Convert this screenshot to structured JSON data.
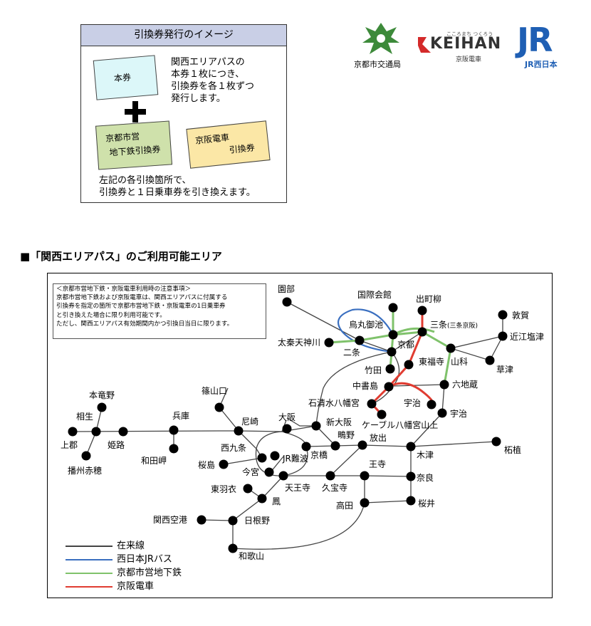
{
  "ticket_box": {
    "title": "引換券発行のイメージ",
    "main_ticket": "本券",
    "description_lines": [
      "関西エリアパスの",
      "本券１枚につき、",
      "引換券を各１枚ずつ",
      "発行します。"
    ],
    "subway_ticket_lines": [
      "京都市営",
      "地下鉄引換券"
    ],
    "keihan_ticket_lines": [
      "京阪電車",
      "引換券"
    ],
    "footer_lines": [
      "左記の各引換箇所で、",
      "引換券と１日乗車券を引き換えます。"
    ]
  },
  "logos": {
    "kyoto_city": "京都市交通局",
    "keihan_tagline": "こころまち つくろう",
    "keihan_name": "KEIHAN",
    "keihan_sub": "京阪電車",
    "jr_mark": "JR",
    "jr_sub": "JR西日本"
  },
  "area_title": "■「関西エリアパス」のご利用可能エリア",
  "notice": {
    "lines": [
      "＜京都市営地下鉄・京阪電車利用時の注意事項＞",
      "京都市営地下鉄および京阪電車は、関西エリアパスに付属する",
      "引換券を指定の箇所で京都市営地下鉄・京阪電車の1日乗車券",
      "と引き換えた場合に限り利用可能です。",
      "ただし、関西エリアパス有効期間内かつ引換日当日に限ります。"
    ]
  },
  "stations": [
    {
      "id": "sonobe",
      "label": "園部"
    },
    {
      "id": "kokusai",
      "label": "国際会館"
    },
    {
      "id": "demachi",
      "label": "出町柳"
    },
    {
      "id": "karasuma",
      "label": "烏丸御池"
    },
    {
      "id": "sanjo",
      "label": "三条",
      "sub": "(三条京阪)"
    },
    {
      "id": "tsuruga",
      "label": "敦賀"
    },
    {
      "id": "omishiotsu",
      "label": "近江塩津"
    },
    {
      "id": "uzumasa",
      "label": "太秦天神川"
    },
    {
      "id": "nijo",
      "label": "二条"
    },
    {
      "id": "kyoto",
      "label": "京都"
    },
    {
      "id": "yamashina",
      "label": "山科"
    },
    {
      "id": "kusatsu",
      "label": "草津"
    },
    {
      "id": "takeda",
      "label": "竹田"
    },
    {
      "id": "tofukuji",
      "label": "東福寺"
    },
    {
      "id": "rokujizo",
      "label": "六地蔵"
    },
    {
      "id": "chushojima",
      "label": "中書島"
    },
    {
      "id": "iwashimizu",
      "label": "石清水八幡宮"
    },
    {
      "id": "cable",
      "label": "ケーブル八幡宮山上"
    },
    {
      "id": "uji_k",
      "label": "宇治"
    },
    {
      "id": "uji_jr",
      "label": "宇治"
    },
    {
      "id": "sasayamaguchi",
      "label": "篠山口"
    },
    {
      "id": "honryuno",
      "label": "本竜野"
    },
    {
      "id": "aioi",
      "label": "相生"
    },
    {
      "id": "kamigori",
      "label": "上郡"
    },
    {
      "id": "banshuako",
      "label": "播州赤穂"
    },
    {
      "id": "himeji",
      "label": "姫路"
    },
    {
      "id": "hyogo",
      "label": "兵庫"
    },
    {
      "id": "wadamisaki",
      "label": "和田岬"
    },
    {
      "id": "amagasaki",
      "label": "尼崎"
    },
    {
      "id": "osaka",
      "label": "大阪"
    },
    {
      "id": "shinosaka",
      "label": "新大阪"
    },
    {
      "id": "nishikujo",
      "label": "西九条"
    },
    {
      "id": "sakurajima",
      "label": "桜島"
    },
    {
      "id": "kyobashi",
      "label": "京橋"
    },
    {
      "id": "jrnamba",
      "label": "JR難波"
    },
    {
      "id": "imamiya",
      "label": "今宮"
    },
    {
      "id": "tennoji",
      "label": "天王寺"
    },
    {
      "id": "kudara",
      "label": "久宝寺"
    },
    {
      "id": "shigino",
      "label": "鴫野"
    },
    {
      "id": "hanaten",
      "label": "放出"
    },
    {
      "id": "kizu",
      "label": "木津"
    },
    {
      "id": "tsuge",
      "label": "柘植"
    },
    {
      "id": "oji",
      "label": "王寺"
    },
    {
      "id": "nara",
      "label": "奈良"
    },
    {
      "id": "sakurai",
      "label": "桜井"
    },
    {
      "id": "takada",
      "label": "高田"
    },
    {
      "id": "higashihagoromo",
      "label": "東羽衣"
    },
    {
      "id": "otori",
      "label": "鳳"
    },
    {
      "id": "kix",
      "label": "関西空港"
    },
    {
      "id": "hineno",
      "label": "日根野"
    },
    {
      "id": "wakayama",
      "label": "和歌山"
    }
  ],
  "legend": [
    {
      "label": "在来線",
      "color": "#444444"
    },
    {
      "label": "西日本JRバス",
      "color": "#3a6fc0"
    },
    {
      "label": "京都市営地下鉄",
      "color": "#7fc26b"
    },
    {
      "label": "京阪電車",
      "color": "#e03c31"
    }
  ],
  "colors": {
    "header_bg": "#c9cfe6",
    "main_ticket": "#dcf7f9",
    "subway_ticket": "#cfe1ab",
    "keihan_ticket": "#fbe7a6",
    "kyoto_logo_green": "#3d8a3a",
    "keihan_red": "#d42a2a",
    "jr_blue": "#1f5fb4"
  }
}
